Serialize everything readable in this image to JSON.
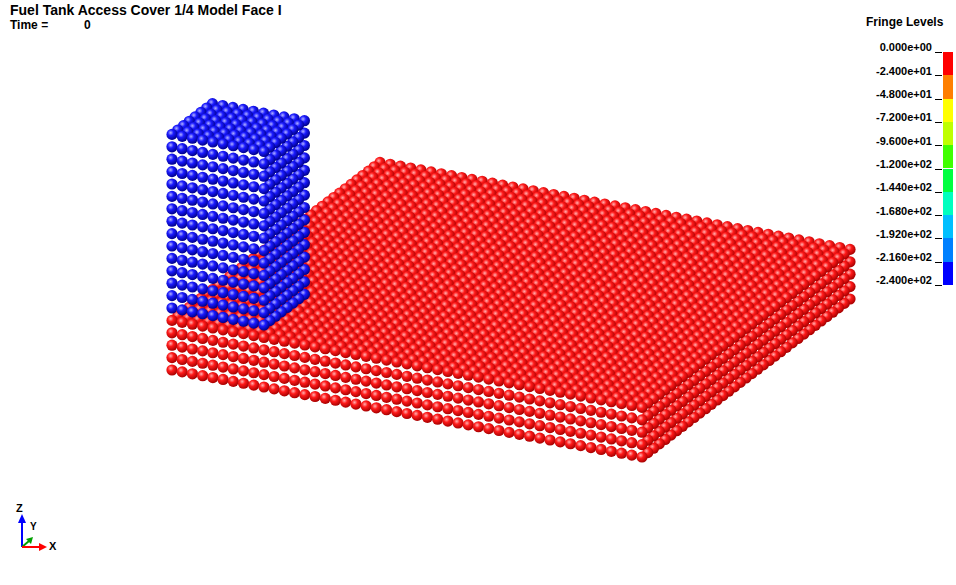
{
  "diagram": {
    "title": "Fuel Tank Access Cover 1/4 Model Face I",
    "labels": [
      "Time =",
      "0",
      "Fringe Levels",
      "Z",
      "Y",
      "X"
    ],
    "legend": [
      {
        "text": "0.000e+00",
        "color": "#ff0000"
      },
      {
        "text": "-2.400e+01",
        "color": "#ff7f00"
      },
      {
        "text": "-4.800e+01",
        "color": "#ffff00"
      },
      {
        "text": "-7.200e+01",
        "color": "#bfff00"
      },
      {
        "text": "-9.600e+01",
        "color": "#40ff00"
      },
      {
        "text": "-1.200e+02",
        "color": "#00ff40"
      },
      {
        "text": "-1.440e+02",
        "color": "#00ffbf"
      },
      {
        "text": "-1.680e+02",
        "color": "#00bfff"
      },
      {
        "text": "-1.920e+02",
        "color": "#0080ff"
      },
      {
        "text": "-2.160e+02",
        "color": "#0000ff"
      },
      {
        "text": "-2.400e+02"
      }
    ]
  }
}
